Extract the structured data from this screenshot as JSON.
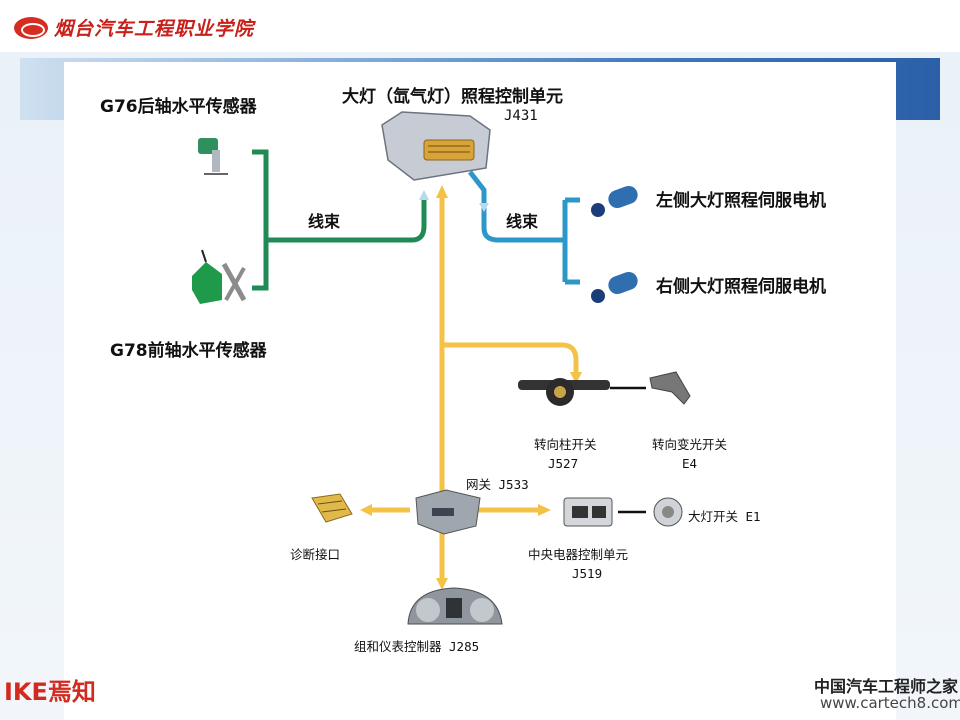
{
  "header": {
    "school_name": "烟台汽车工程职业学院"
  },
  "ecu": {
    "title": "大灯（氙气灯）照程控制单元",
    "code": "J431"
  },
  "sensors": {
    "rear": "G76后轴水平传感器",
    "front": "G78前轴水平传感器"
  },
  "harness": {
    "left": "线束",
    "right": "线束"
  },
  "motors": {
    "left": "左侧大灯照程伺服电机",
    "right": "右侧大灯照程伺服电机"
  },
  "steering_switch": {
    "name": "转向柱开关",
    "code": "J527"
  },
  "dimmer_switch": {
    "name": "转向变光开关",
    "code": "E4"
  },
  "gateway": {
    "label": "网关 J533"
  },
  "diag": {
    "label": "诊断接口"
  },
  "central_ecu": {
    "name": "中央电器控制单元",
    "code": "J519"
  },
  "light_switch": {
    "label": "大灯开关 E1"
  },
  "cluster": {
    "label": "组和仪表控制器 J285"
  },
  "footer": {
    "brand_ike": "IKE",
    "brand_cn": "焉知",
    "watermark_cn": "中国汽车工程师之家",
    "watermark_url": "www.cartech8.com"
  },
  "colors": {
    "green": "#1f8a54",
    "blue": "#2c97c9",
    "yellow": "#f4c247"
  }
}
